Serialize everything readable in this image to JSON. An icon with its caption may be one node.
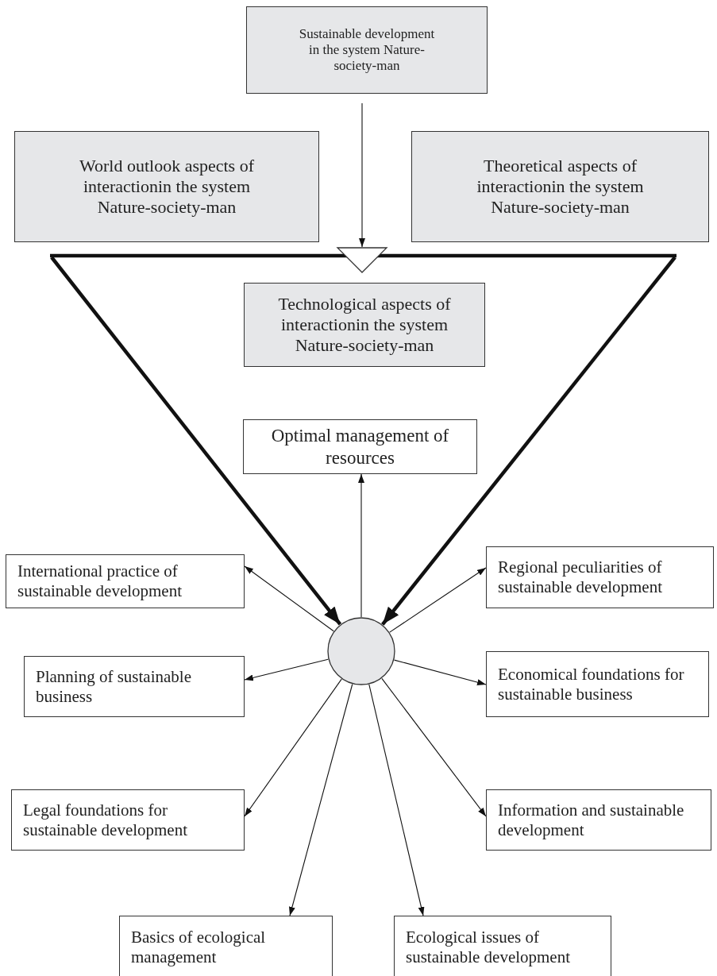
{
  "diagram": {
    "nodes": [
      {
        "text": [
          "Sustainable development in the system Nature-society-man"
        ]
      },
      {
        "text": [
          "World outlook aspects of interactionin the system Nature-society-man"
        ]
      },
      {
        "text": [
          "Theoretical aspects of interactionin the system Nature-society-man"
        ]
      },
      {
        "text": [
          "Technological aspects of interactionin the system Nature-society-man"
        ]
      },
      {
        "text": [
          "Optimal management of resources"
        ]
      },
      {
        "text": [
          "International practice of sustainable development"
        ]
      },
      {
        "text": [
          "Regional peculiarities of sustainable development"
        ]
      },
      {
        "text": [
          "Planning of sustainable business"
        ]
      },
      {
        "text": [
          "Economical foundations for sustainable business"
        ]
      },
      {
        "text": [
          "Legal foundations for sustainable development"
        ]
      },
      {
        "text": [
          "Information and sustainable development"
        ]
      },
      {
        "text": [
          "Basics of ecological management"
        ]
      },
      {
        "text": [
          "Ecological issues of sustainable development"
        ]
      },
      {
        "text": [],
        "shape": "circle"
      },
      {
        "text": [],
        "shape": "triangle"
      }
    ],
    "edges": [
      {
        "from": 0,
        "to": 14,
        "arrow": "to"
      },
      {
        "from": null,
        "to": 13,
        "arrow": "to",
        "style": "thick"
      },
      {
        "from": null,
        "to": 13,
        "arrow": "to",
        "style": "thick"
      },
      {
        "from": 13,
        "to": 4,
        "arrow": "to"
      },
      {
        "from": 13,
        "to": 5,
        "arrow": "to"
      },
      {
        "from": 13,
        "to": 6,
        "arrow": "to"
      },
      {
        "from": 13,
        "to": 7,
        "arrow": "to"
      },
      {
        "from": 13,
        "to": 8,
        "arrow": "to"
      },
      {
        "from": 13,
        "to": 9,
        "arrow": "to"
      },
      {
        "from": 13,
        "to": 10,
        "arrow": "to"
      },
      {
        "from": 13,
        "to": 11,
        "arrow": "to"
      },
      {
        "from": 13,
        "to": 12,
        "arrow": "to"
      }
    ]
  }
}
